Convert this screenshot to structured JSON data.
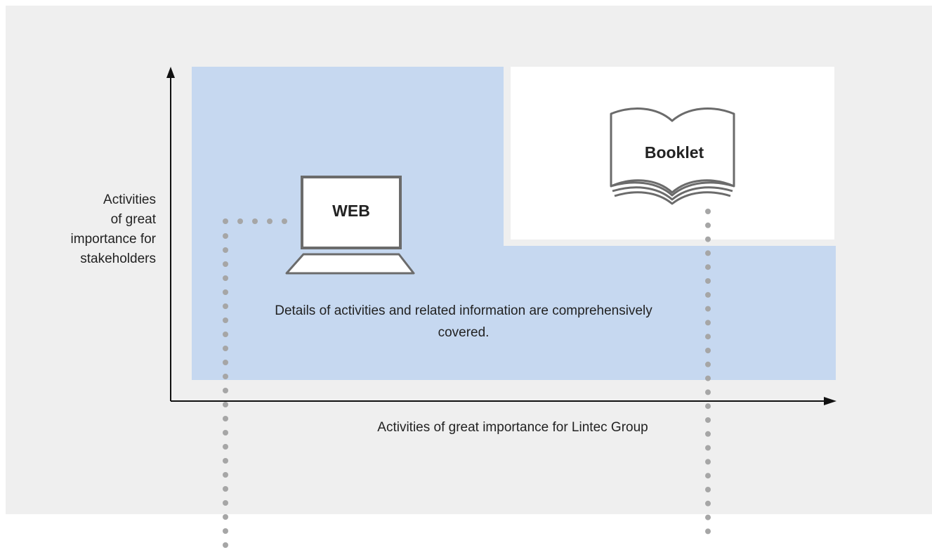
{
  "y_axis_label": "Activities\nof great\nimportance for\nstakeholders",
  "x_axis_label": "Activities of great importance for Lintec Group",
  "description": "Details of activities and related information are comprehensively covered.",
  "web": {
    "label": "WEB",
    "icon": "laptop-icon"
  },
  "booklet": {
    "label": "Booklet",
    "icon": "open-book-icon"
  },
  "colors": {
    "panel": "#efefef",
    "web_region": "#c6d8f0",
    "booklet_region": "#ffffff",
    "dots": "#a6a6a6",
    "axes": "#111111",
    "icon_stroke": "#6b6b6b"
  }
}
